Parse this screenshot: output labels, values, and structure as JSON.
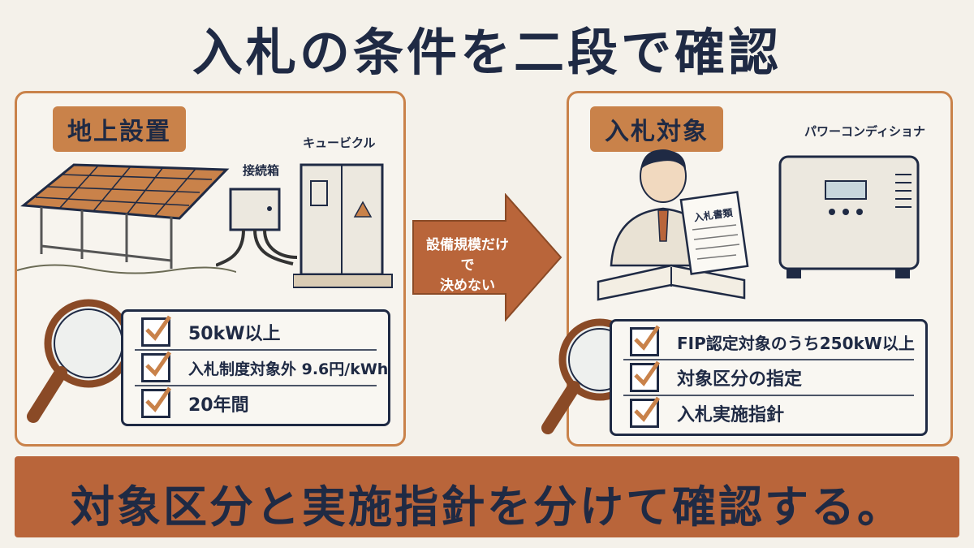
{
  "title": "入札の条件を二段で確認",
  "left_panel": {
    "tag": "地上設置",
    "labels": {
      "junction_box": "接続箱",
      "cubicle": "キュービクル"
    },
    "checklist": [
      "50kW以上",
      "入札制度対象外 9.6円/kWh",
      "20年間"
    ]
  },
  "arrow": {
    "line1": "設備規模だけで",
    "line2": "決めない"
  },
  "right_panel": {
    "tag": "入札対象",
    "labels": {
      "power_conditioner": "パワーコンディショナ",
      "document": "入札書類"
    },
    "checklist": [
      "FIP認定対象のうち250kW以上",
      "対象区分の指定",
      "入札実施指針"
    ]
  },
  "banner": "対象区分と実施指針を分けて確認する。",
  "colors": {
    "accent": "#c9824a",
    "banner": "#b9653a",
    "navy": "#1f2a44",
    "paper": "#f4f1ea"
  }
}
